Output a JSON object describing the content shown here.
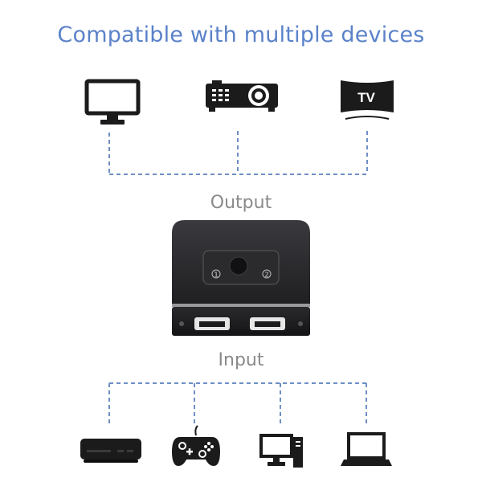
{
  "headline": "Compatible with multiple devices",
  "output_label": "Output",
  "input_label": "Input",
  "tv_text": "TV",
  "port_labels": [
    "1",
    "2"
  ],
  "output_devices": [
    {
      "name": "monitor",
      "icon": "monitor-icon"
    },
    {
      "name": "projector",
      "icon": "projector-icon"
    },
    {
      "name": "tv",
      "icon": "tv-icon"
    }
  ],
  "input_devices": [
    {
      "name": "tv-box",
      "icon": "tv-box-icon"
    },
    {
      "name": "game-controller",
      "icon": "gamepad-icon"
    },
    {
      "name": "desktop-pc",
      "icon": "desktop-pc-icon"
    },
    {
      "name": "laptop",
      "icon": "laptop-icon"
    }
  ],
  "colors": {
    "headline": "#5b82c9",
    "dashed_line": "#6e8fc4",
    "label": "#8a8a8a",
    "device": "#1b1b1b",
    "switch_body": "#2e2e31"
  }
}
